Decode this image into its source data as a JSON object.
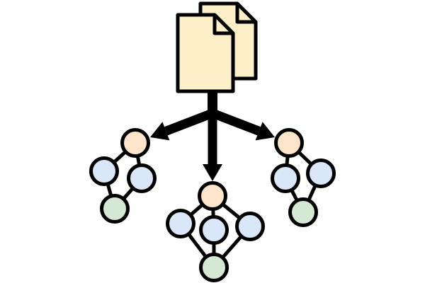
{
  "diagram": {
    "colors": {
      "document": "#fdf0c8",
      "root_node": "#fde5cb",
      "middle_node": "#d9e7f9",
      "leaf_node": "#d5e8d4",
      "stroke": "#000000"
    },
    "source": {
      "icon": "documents-icon",
      "count": 2
    },
    "graphs": [
      {
        "name": "left",
        "nodes": [
          "root",
          "middle",
          "middle",
          "leaf"
        ]
      },
      {
        "name": "center",
        "nodes": [
          "root",
          "middle",
          "middle",
          "middle",
          "leaf"
        ]
      },
      {
        "name": "right",
        "nodes": [
          "root",
          "middle",
          "middle",
          "leaf"
        ]
      }
    ]
  }
}
